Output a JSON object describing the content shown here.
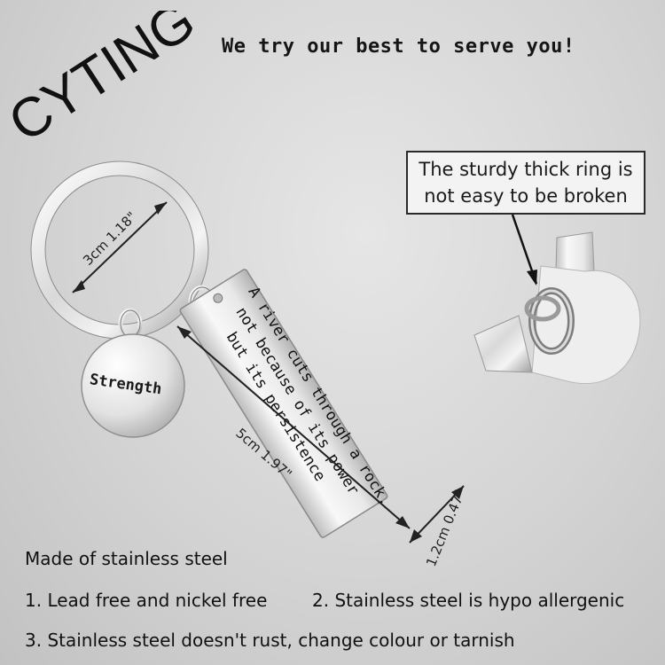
{
  "brand": "CYTING",
  "slogan": "We try our best to serve you!",
  "callout": {
    "line1": "The sturdy thick ring is",
    "line2": "not easy to be broken"
  },
  "charm_text": "Strength",
  "bar_text": [
    "A river cuts through a rock,",
    "not because of its power",
    "but its persistence"
  ],
  "dimensions": {
    "ring": "3cm 1.18\"",
    "bar_length": "5cm 1.97\"",
    "bar_width": "1.2cm 0.47\""
  },
  "features": {
    "material": "Made of stainless steel",
    "f1": "1. Lead free and nickel free",
    "f2": "2. Stainless steel is hypo allergenic",
    "f3": "3. Stainless steel doesn't rust, change colour or tarnish"
  }
}
